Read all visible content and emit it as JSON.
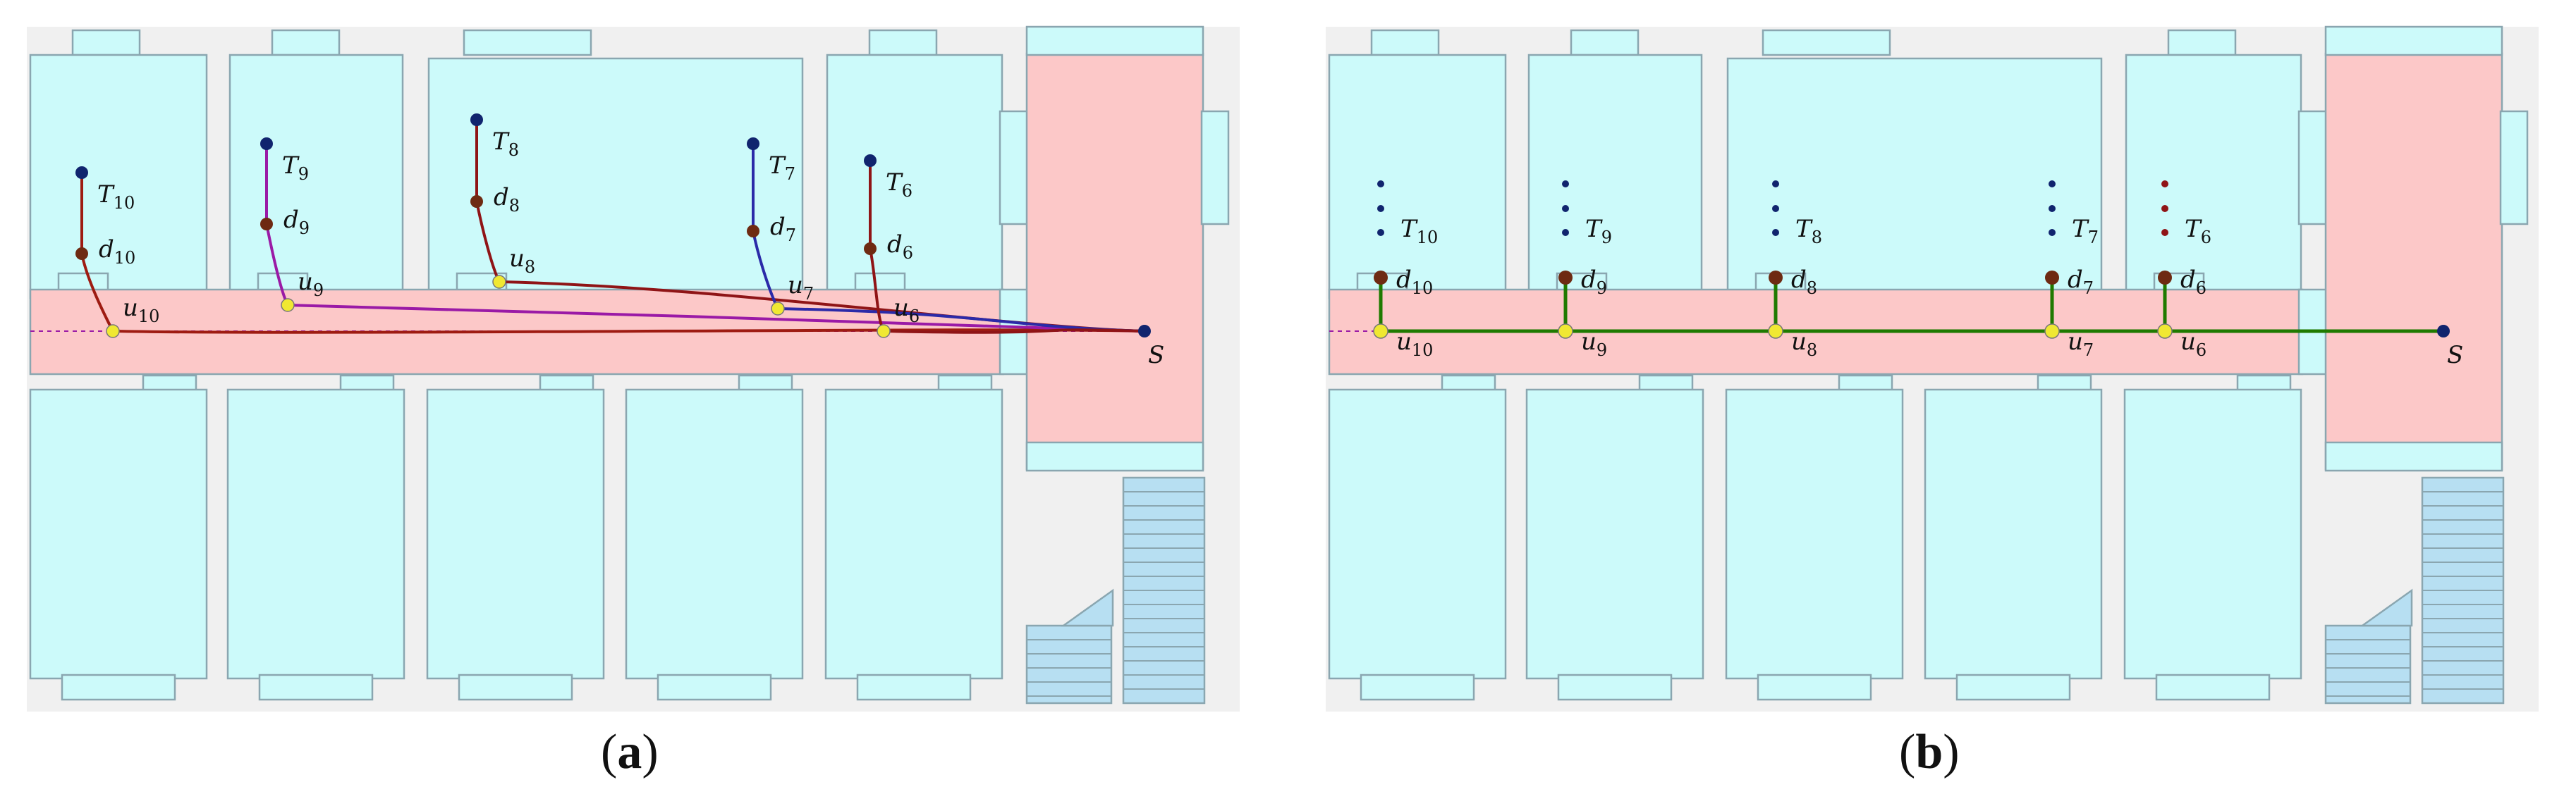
{
  "panels": [
    {
      "id": "a",
      "caption_letter": "a",
      "mode": "curved",
      "source": {
        "label": "S"
      },
      "targets": [
        {
          "t": "T",
          "t_sub": "10",
          "d": "d",
          "d_sub": "10",
          "u": "u",
          "u_sub": "10",
          "color": "#9e1b12"
        },
        {
          "t": "T",
          "t_sub": "9",
          "d": "d",
          "d_sub": "9",
          "u": "u",
          "u_sub": "9",
          "color": "#9a1aa6"
        },
        {
          "t": "T",
          "t_sub": "8",
          "d": "d",
          "d_sub": "8",
          "u": "u",
          "u_sub": "8",
          "color": "#8f1416"
        },
        {
          "t": "T",
          "t_sub": "7",
          "d": "d",
          "d_sub": "7",
          "u": "u",
          "u_sub": "7",
          "color": "#2b2aa8"
        },
        {
          "t": "T",
          "t_sub": "6",
          "d": "d",
          "d_sub": "6",
          "u": "u",
          "u_sub": "6",
          "color": "#8f1416"
        }
      ]
    },
    {
      "id": "b",
      "caption_letter": "b",
      "mode": "straight",
      "source": {
        "label": "S"
      },
      "targets": [
        {
          "t": "T",
          "t_sub": "10",
          "d": "d",
          "d_sub": "10",
          "u": "u",
          "u_sub": "10",
          "color": "#1f7a00"
        },
        {
          "t": "T",
          "t_sub": "9",
          "d": "d",
          "d_sub": "9",
          "u": "u",
          "u_sub": "9",
          "color": "#1f7a00"
        },
        {
          "t": "T",
          "t_sub": "8",
          "d": "d",
          "d_sub": "8",
          "u": "u",
          "u_sub": "8",
          "color": "#1f7a00"
        },
        {
          "t": "T",
          "t_sub": "7",
          "d": "d",
          "d_sub": "7",
          "u": "u",
          "u_sub": "7",
          "color": "#1f7a00"
        },
        {
          "t": "T",
          "t_sub": "6",
          "d": "d",
          "d_sub": "6",
          "u": "u",
          "u_sub": "6",
          "color": "#1f7a00"
        }
      ]
    }
  ],
  "colors": {
    "background": "#f0f0f0",
    "room": "#ccfafa",
    "corridor": "#fcc8c8",
    "stair": "#b7dff2",
    "outline": "#8aa6b0",
    "target_dot": "#10246e",
    "door_dot": "#6e2a12",
    "corridor_dot": "#f0e832"
  }
}
